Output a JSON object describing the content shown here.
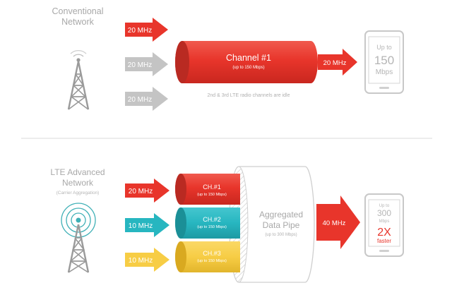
{
  "colors": {
    "red": "#e8352b",
    "red_dark": "#b92a22",
    "gray_arrow": "#c4c4c4",
    "teal": "#27b6c0",
    "yellow": "#f7cd45",
    "tower_gray": "#9a9a9a",
    "tower_teal": "#3fb0b6",
    "text_gray": "#a8a8a8",
    "divider": "#d9d9d9"
  },
  "icons": [
    "cell-tower-icon",
    "smartphone-icon"
  ],
  "conventional": {
    "title_line1": "Conventional",
    "title_line2": "Network",
    "arrows": [
      {
        "label": "20 MHz",
        "state": "active"
      },
      {
        "label": "20 MHz",
        "state": "idle"
      },
      {
        "label": "20 MHz",
        "state": "idle"
      }
    ],
    "channel_title": "Channel #1",
    "channel_sub": "(up to 150 Mbps)",
    "output_label": "20 MHz",
    "idle_note": "2nd & 3rd LTE radio channels are idle",
    "phone_line1": "Up to",
    "phone_line2": "150",
    "phone_line3": "Mbps"
  },
  "advanced": {
    "title_line1": "LTE Advanced",
    "title_line2": "Network",
    "title_sub": "(Carrier Aggregation)",
    "channels": [
      {
        "input": "20 MHz",
        "name": "CH.#1",
        "rate": "(up to 150 Mbps)",
        "color": "red"
      },
      {
        "input": "10 MHz",
        "name": "CH.#2",
        "rate": "(up to 150 Mbps)",
        "color": "teal"
      },
      {
        "input": "10 MHz",
        "name": "CH.#3",
        "rate": "(up to 150 Mbps)",
        "color": "yellow"
      }
    ],
    "pipe_line1": "Aggregated",
    "pipe_line2": "Data Pipe",
    "pipe_sub": "(up to 300 Mbps)",
    "output_label": "40 MHz",
    "phone_line1": "Up to",
    "phone_line2": "300",
    "phone_line3": "Mbps",
    "phone_line4": "2X",
    "phone_line5": "faster"
  }
}
